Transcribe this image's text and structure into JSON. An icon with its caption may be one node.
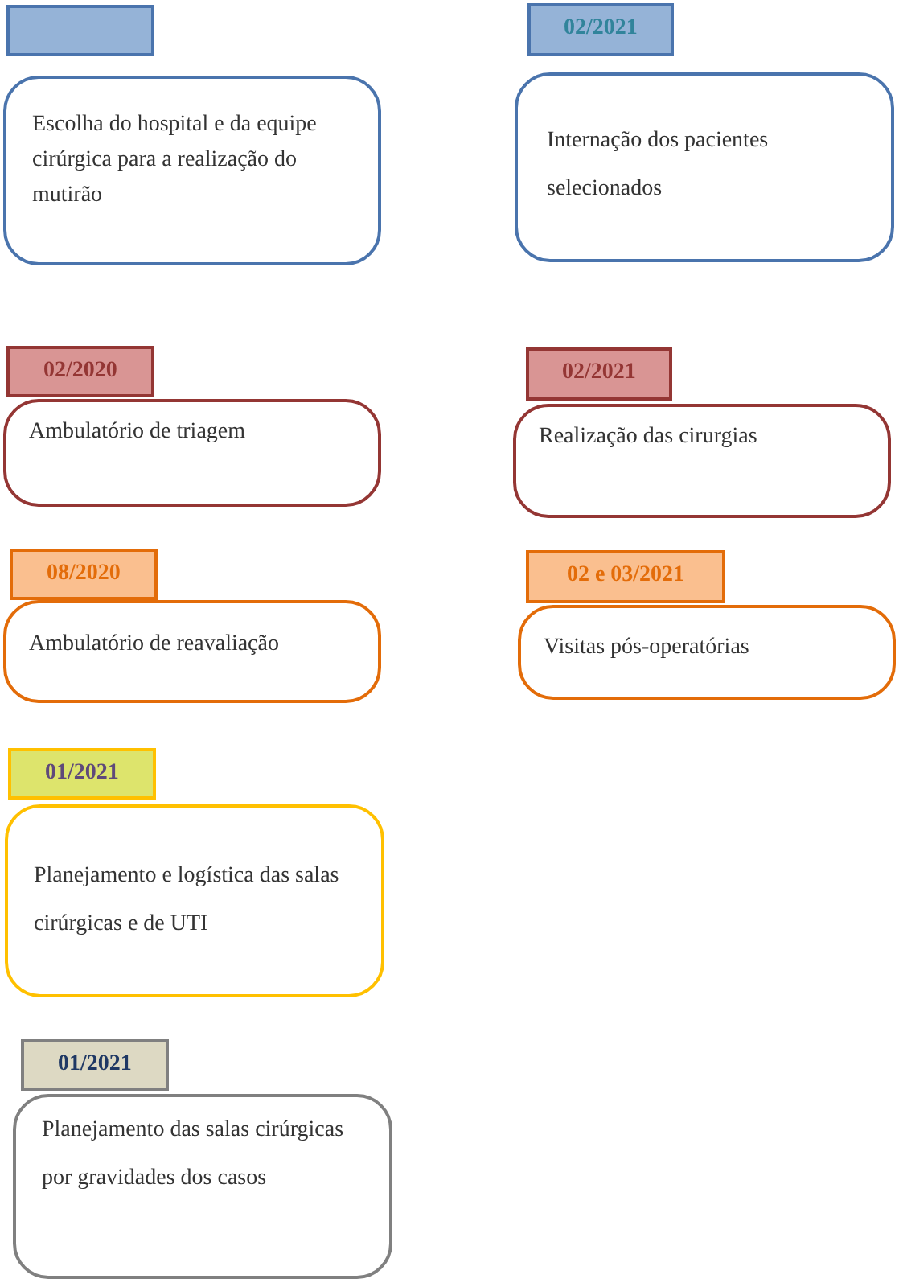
{
  "diagram": {
    "nodes": [
      {
        "text": [],
        "shape": "box"
      },
      {
        "text": [
          "Escolha do hospital e da equipe cirúrgica para a realização do mutirão"
        ]
      },
      {
        "text": [
          "02/2021"
        ]
      },
      {
        "text": [
          "Internação dos pacientes selecionados"
        ]
      },
      {
        "text": [
          "02/2020"
        ]
      },
      {
        "text": [
          "Ambulatório de triagem"
        ]
      },
      {
        "text": [
          "02/2021"
        ]
      },
      {
        "text": [
          "Realização das cirurgias"
        ]
      },
      {
        "text": [
          "08/2020"
        ]
      },
      {
        "text": [
          "Ambulatório de reavaliação"
        ]
      },
      {
        "text": [
          "02 e 03/2021"
        ]
      },
      {
        "text": [
          "Visitas pós-operatórias"
        ]
      },
      {
        "text": [
          "01/2021"
        ]
      },
      {
        "text": [
          "Planejamento e logística das salas cirúrgicas e de UTI"
        ]
      },
      {
        "text": [
          "01/2021"
        ]
      },
      {
        "text": [
          "Planejamento das salas cirúrgicas por gravidades dos casos"
        ]
      }
    ]
  }
}
